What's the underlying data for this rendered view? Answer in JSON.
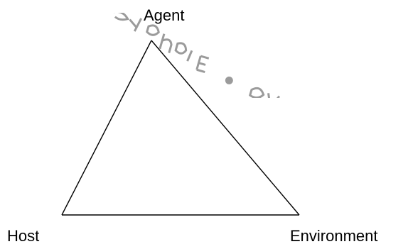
{
  "diagram": {
    "nodes": {
      "agent": "Agent",
      "host": "Host",
      "environment": "Environment"
    },
    "edges": [
      [
        "Agent",
        "Host"
      ],
      [
        "Host",
        "Environment"
      ],
      [
        "Environment",
        "Agent"
      ]
    ],
    "line_color": "#000000"
  },
  "watermark": {
    "text": "Ethiopia Pub... • Ethiopia • ave",
    "color": "#8a8a8a"
  }
}
